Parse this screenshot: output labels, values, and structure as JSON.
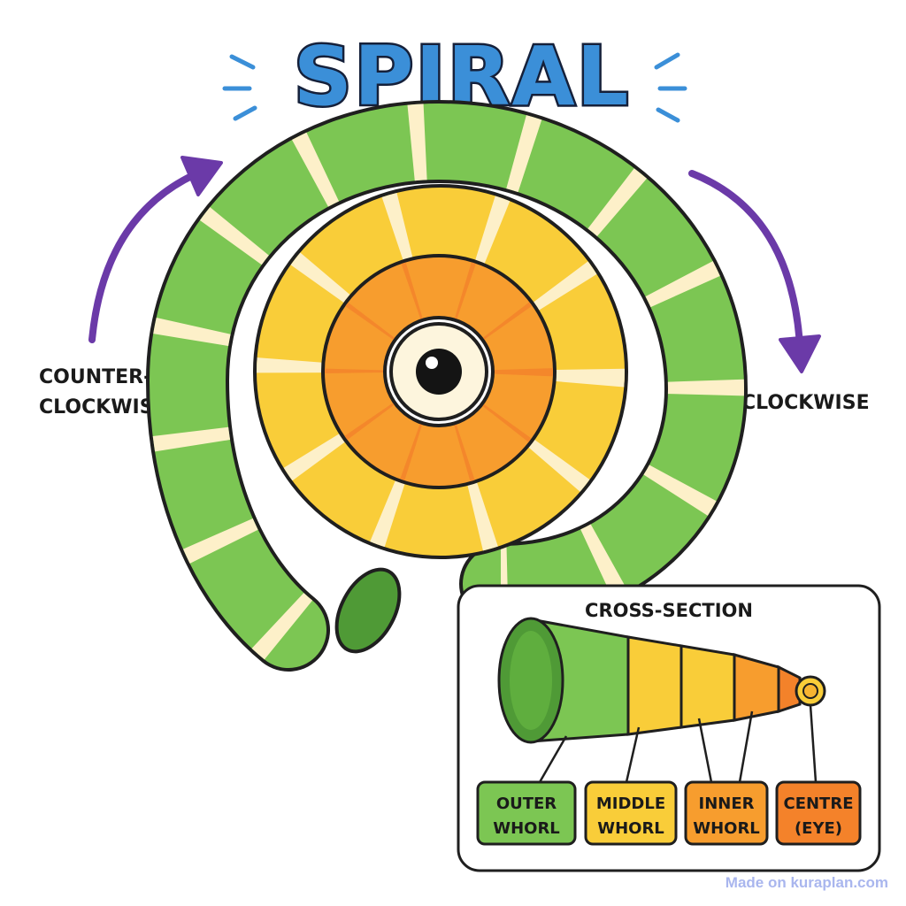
{
  "title": "SPIRAL",
  "directions": {
    "left_line1": "COUNTER-",
    "left_line2": "CLOCKWISE",
    "right": "CLOCKWISE"
  },
  "cross_section": {
    "title": "CROSS-SECTION",
    "parts": [
      {
        "line1": "OUTER",
        "line2": "WHORL",
        "color": "#7cc653"
      },
      {
        "line1": "MIDDLE",
        "line2": "WHORL",
        "color": "#f9cd39"
      },
      {
        "line1": "INNER",
        "line2": "WHORL",
        "color": "#f79d2e"
      },
      {
        "line1": "CENTRE",
        "line2": "(EYE)",
        "color": "#f4822a"
      }
    ]
  },
  "colors": {
    "title_blue": "#3b8fd8",
    "arrow_purple": "#6b3aa8",
    "outer_green": "#7cc653",
    "middle_yellow": "#f9cd39",
    "inner_orange": "#f79d2e",
    "band_cream": "#fdf0c9"
  },
  "credit": "Made on kuraplan.com"
}
